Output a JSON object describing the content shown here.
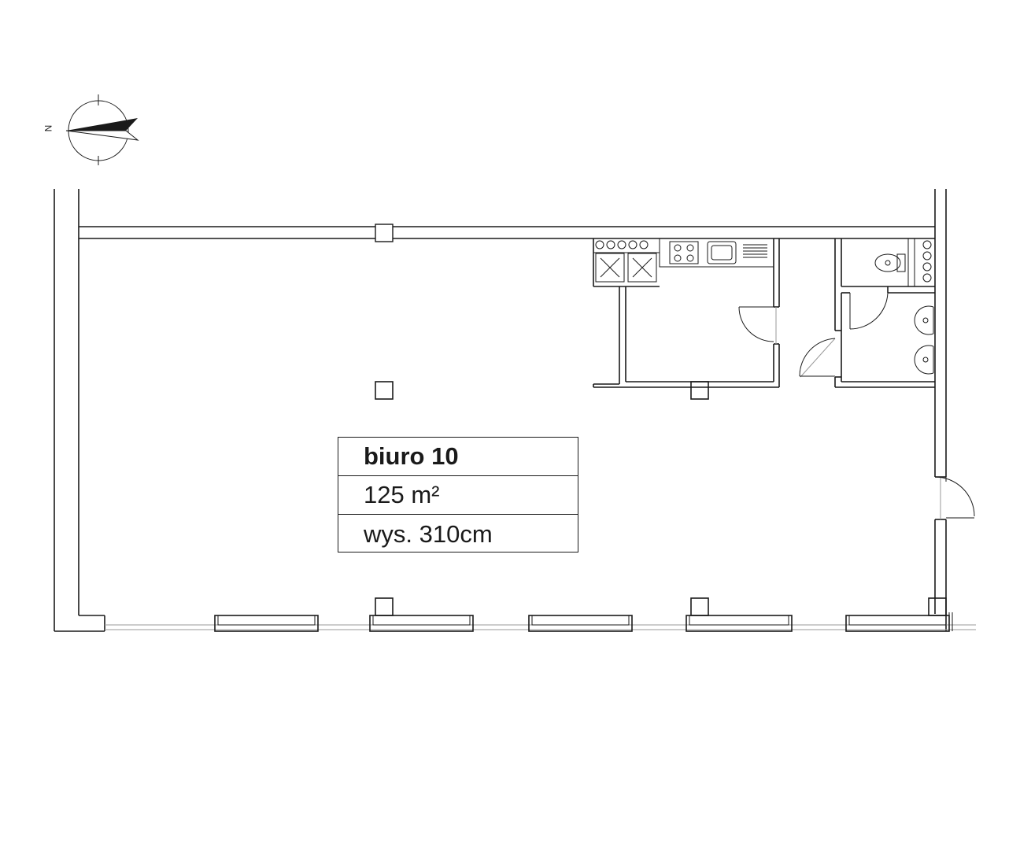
{
  "compass": {
    "north_label": "N",
    "icon": "north-arrow-icon"
  },
  "room": {
    "name": "biuro 10",
    "area": "125 m²",
    "height": "wys. 310cm"
  }
}
